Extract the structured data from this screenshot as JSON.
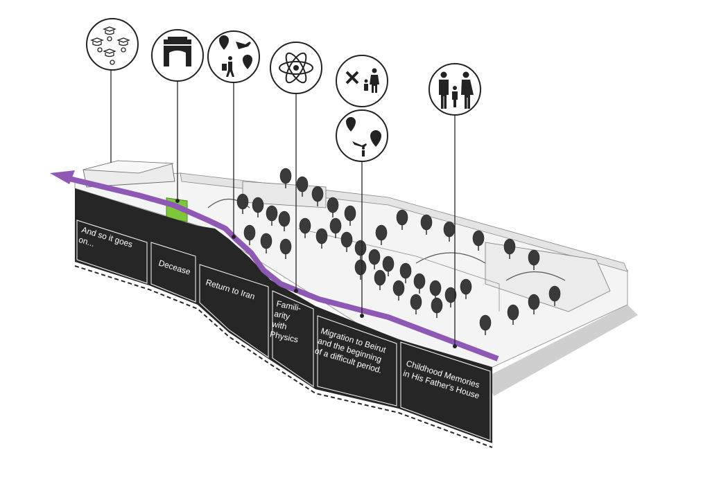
{
  "colors": {
    "timeline": "#8e58b5",
    "highlight": "#7ec63a",
    "panel": "#262626",
    "ground": "#f2f2f2",
    "tree": "#333333",
    "shadow": "#cfcfcf"
  },
  "stages": [
    {
      "id": "and-so-it-goes",
      "lines": [
        "And so it goes",
        "on..."
      ],
      "icon": "graduation-cap-group-icon"
    },
    {
      "id": "decease",
      "lines": [
        "Decease"
      ],
      "icon": "mausoleum-icon"
    },
    {
      "id": "return-to-iran",
      "lines": [
        "Return to Iran"
      ],
      "icon": "travel-return-icon"
    },
    {
      "id": "physics",
      "lines": [
        "Famili-",
        "arity",
        "with",
        "Physics"
      ],
      "icon": "atom-icon"
    },
    {
      "id": "migration",
      "lines": [
        "Migration to Beirut",
        "and the beginning",
        "of a difficult period."
      ],
      "icons": [
        "separation-family-icon",
        "migration-travel-icon"
      ]
    },
    {
      "id": "childhood",
      "lines": [
        "Childhood Memories",
        "in His Father's House"
      ],
      "icon": "family-icon"
    }
  ]
}
